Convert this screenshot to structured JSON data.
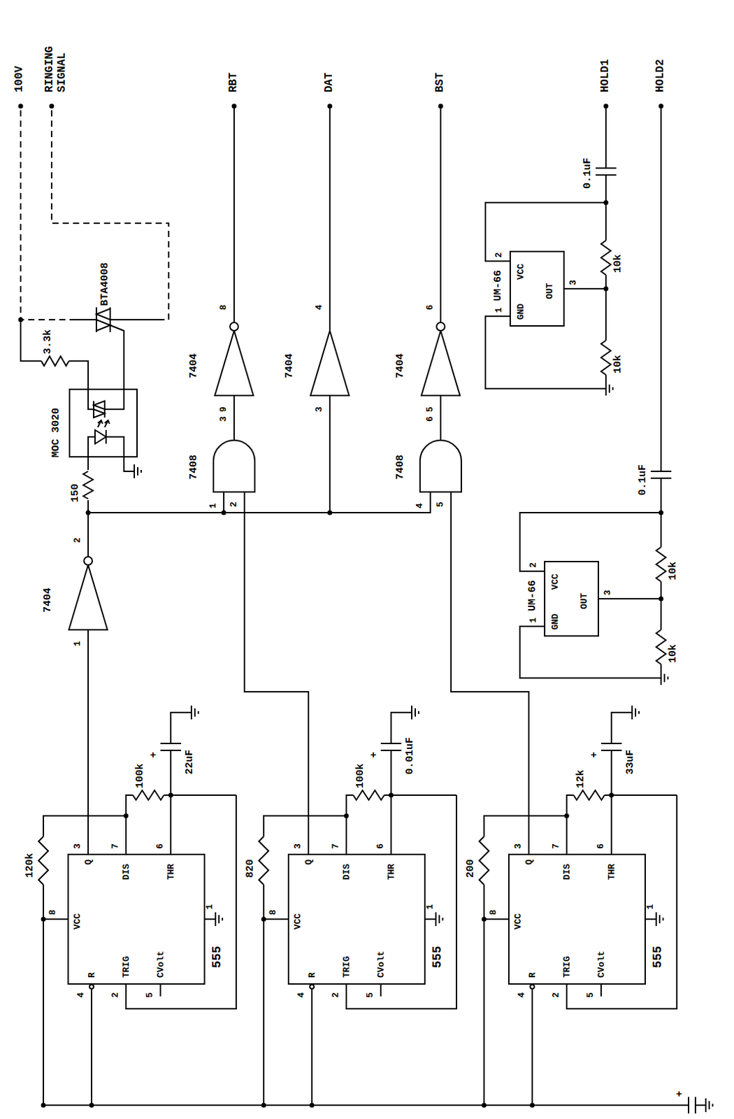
{
  "diagram": {
    "nodes": [
      {
        "text": [
          "R",
          "VCC",
          "Q",
          "TRIG",
          "DIS",
          "CVolt",
          "THR",
          "555"
        ]
      },
      {
        "text": [
          "R",
          "VCC",
          "Q",
          "TRIG",
          "DIS",
          "CVolt",
          "THR",
          "555"
        ]
      },
      {
        "text": [
          "R",
          "VCC",
          "Q",
          "TRIG",
          "DIS",
          "CVolt",
          "THR",
          "555"
        ]
      },
      {
        "text": [
          "7404"
        ]
      },
      {
        "text": [
          "7404"
        ]
      },
      {
        "text": [
          "7404"
        ]
      },
      {
        "text": [
          "7404"
        ]
      },
      {
        "text": [
          "7408"
        ]
      },
      {
        "text": [
          "7408"
        ]
      },
      {
        "text": [
          "MOC 3020"
        ]
      },
      {
        "text": [
          "BTA4008"
        ]
      },
      {
        "text": [
          "GND",
          "VCC",
          "OUT",
          "UM-66"
        ]
      },
      {
        "text": [
          "GND",
          "VCC",
          "OUT",
          "UM-66"
        ]
      }
    ],
    "edges": [
      {
        "from": 0,
        "to": 3,
        "arrow": "none"
      },
      {
        "from": 3,
        "to": 9,
        "arrow": "none"
      },
      {
        "from": 3,
        "to": 7,
        "arrow": "none"
      },
      {
        "from": 3,
        "to": 5,
        "arrow": "none"
      },
      {
        "from": 3,
        "to": 8,
        "arrow": "none"
      },
      {
        "from": 1,
        "to": 7,
        "arrow": "none"
      },
      {
        "from": 2,
        "to": 8,
        "arrow": "none"
      },
      {
        "from": 7,
        "to": 4,
        "arrow": "none"
      },
      {
        "from": 8,
        "to": 6,
        "arrow": "none"
      },
      {
        "from": 9,
        "to": 10,
        "arrow": "none"
      }
    ],
    "labels": [
      "120k",
      "100k",
      "+",
      "22uF",
      "8",
      "4",
      "2",
      "5",
      "3",
      "7",
      "6",
      "1",
      "820",
      "100k",
      "+",
      "0.01uF",
      "8",
      "4",
      "2",
      "5",
      "3",
      "7",
      "6",
      "1",
      "200",
      "12k",
      "+",
      "33uF",
      "8",
      "4",
      "2",
      "5",
      "3",
      "7",
      "6",
      "1",
      "1",
      "2",
      "1",
      "2",
      "3",
      "9",
      "8",
      "3",
      "4",
      "4",
      "5",
      "6",
      "5",
      "6",
      "150",
      "3.3k",
      "1",
      "2",
      "3",
      "10k",
      "10k",
      "0.1uF",
      "1",
      "2",
      "3",
      "10k",
      "10k",
      "0.1uF",
      "100V",
      "RINGING SIGNAL",
      "RBT",
      "DAT",
      "BST",
      "HOLD1",
      "HOLD2",
      "+"
    ]
  }
}
